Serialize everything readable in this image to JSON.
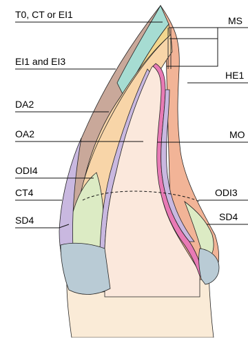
{
  "labels": {
    "t0": "T0, CT or EI1",
    "ei1_ei3": "EI1 and EI3",
    "da2": "DA2",
    "oa2": "OA2",
    "odi4": "ODI4",
    "ct4": "CT4",
    "sd4_left": "SD4",
    "ms": "MS",
    "he1": "HE1",
    "mo": "MO",
    "odi3": "ODI3",
    "sd4_right": "SD4"
  },
  "colors": {
    "root_fill": "#faebd7",
    "dentin_fill": "#fbe8dc",
    "enamel_left": "#c9a89a",
    "da2_layer": "#f8d5a8",
    "ei_layer": "#f3d68e",
    "teal_layer": "#a6dcd2",
    "violet_layer": "#c9b8e0",
    "cervical_blue": "#b9cbd5",
    "green_layer": "#dcebc4",
    "salmon_layer": "#f2b497",
    "pink_layer": "#e87ab5"
  }
}
